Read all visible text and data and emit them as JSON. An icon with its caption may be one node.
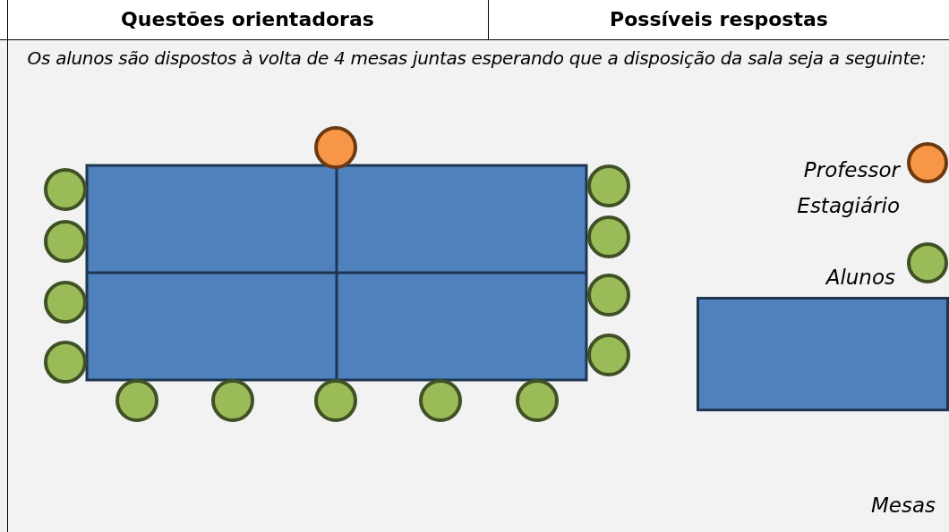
{
  "diagram": {
    "labels": [
      "Questões orientadoras",
      "Possíveis respostas",
      "Os alunos são dispostos à volta de 4 mesas juntas esperando que a disposição da sala seja a seguinte:"
    ],
    "legend": [
      {
        "text": "Professor Estagiário",
        "color": "#f79646"
      },
      {
        "text": "Alunos",
        "color": "#9bbb59"
      },
      {
        "text": "Mesas",
        "color": "#4f81bd"
      }
    ]
  }
}
